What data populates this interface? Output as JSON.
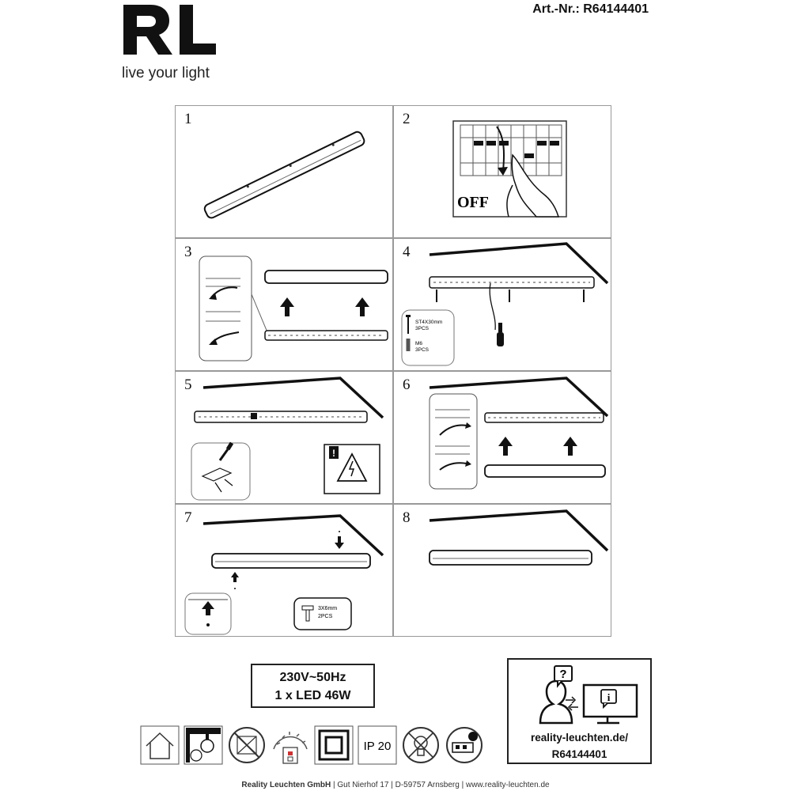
{
  "header": {
    "art_nr": "Art.-Nr.: R64144401"
  },
  "logo": {
    "mark": "RL",
    "tagline": "live your light"
  },
  "steps": [
    {
      "number": "1"
    },
    {
      "number": "2",
      "label": "OFF"
    },
    {
      "number": "3"
    },
    {
      "number": "4",
      "screw_a": "ST4X30mm",
      "screw_a_qty": "3PCS",
      "screw_b": "M6",
      "screw_b_qty": "3PCS"
    },
    {
      "number": "5"
    },
    {
      "number": "6"
    },
    {
      "number": "7",
      "screw": "3X6mm",
      "screw_qty": "2PCS"
    },
    {
      "number": "8"
    }
  ],
  "specs": {
    "voltage": "230V~50Hz",
    "led": "1 x LED 46W"
  },
  "info": {
    "site": "reality-leuchten.de/",
    "article": "R64144401"
  },
  "symbols": [
    {
      "icon": "indoor-house-icon"
    },
    {
      "icon": "ceiling-mount-icon"
    },
    {
      "icon": "no-covering-icon"
    },
    {
      "icon": "switch-icon"
    },
    {
      "icon": "protection-class-ii-icon"
    },
    {
      "icon": "ip-rating-icon",
      "text": "IP 20"
    },
    {
      "icon": "no-disposal-icon"
    },
    {
      "icon": "led-module-icon"
    }
  ],
  "footer": {
    "company": "Reality Leuchten GmbH",
    "address": "Gut Nierhof 17",
    "city": "D-59757 Arnsberg",
    "web": "www.reality-leuchten.de",
    "sep": "|"
  }
}
